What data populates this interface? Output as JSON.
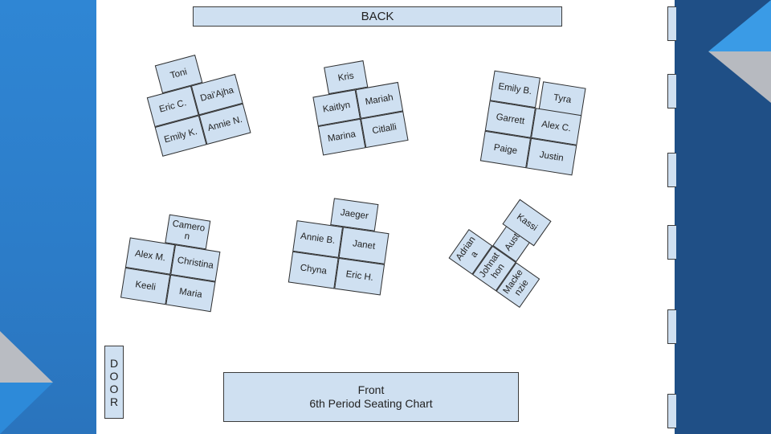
{
  "labels": {
    "back": "BACK",
    "front_line1": "Front",
    "front_line2": "6th Period Seating Chart",
    "door": [
      "D",
      "O",
      "O",
      "R"
    ]
  },
  "groups": [
    {
      "name": "group-1",
      "top": "Toni",
      "seats": [
        "Eric C.",
        "Dai'Ajha",
        "Emily K.",
        "Annie N."
      ]
    },
    {
      "name": "group-2",
      "top": "Kris",
      "seats": [
        "Kaitlyn",
        "Mariah",
        "Marina",
        "Citlalli"
      ]
    },
    {
      "name": "group-3",
      "seats": [
        "Emily B.",
        "Tyra",
        "Garrett",
        "Alex C.",
        "Paige",
        "Justin"
      ]
    },
    {
      "name": "group-4",
      "top": "Cameron",
      "seats": [
        "Alex M.",
        "Christina",
        "Keeli",
        "Maria"
      ]
    },
    {
      "name": "group-5",
      "top": "Jaeger",
      "seats": [
        "Annie B.",
        "Janet",
        "Chyna",
        "Eric H."
      ]
    },
    {
      "name": "group-6",
      "seats": [
        "Adriana",
        "Kassi",
        "Johnathon",
        "Austin",
        "Mackenzie"
      ]
    }
  ],
  "colors": {
    "desk_fill": "#cfe0f1",
    "desk_border": "#2f2f2f",
    "slide_left": "#2f86d4",
    "slide_right": "#1f4f86"
  }
}
